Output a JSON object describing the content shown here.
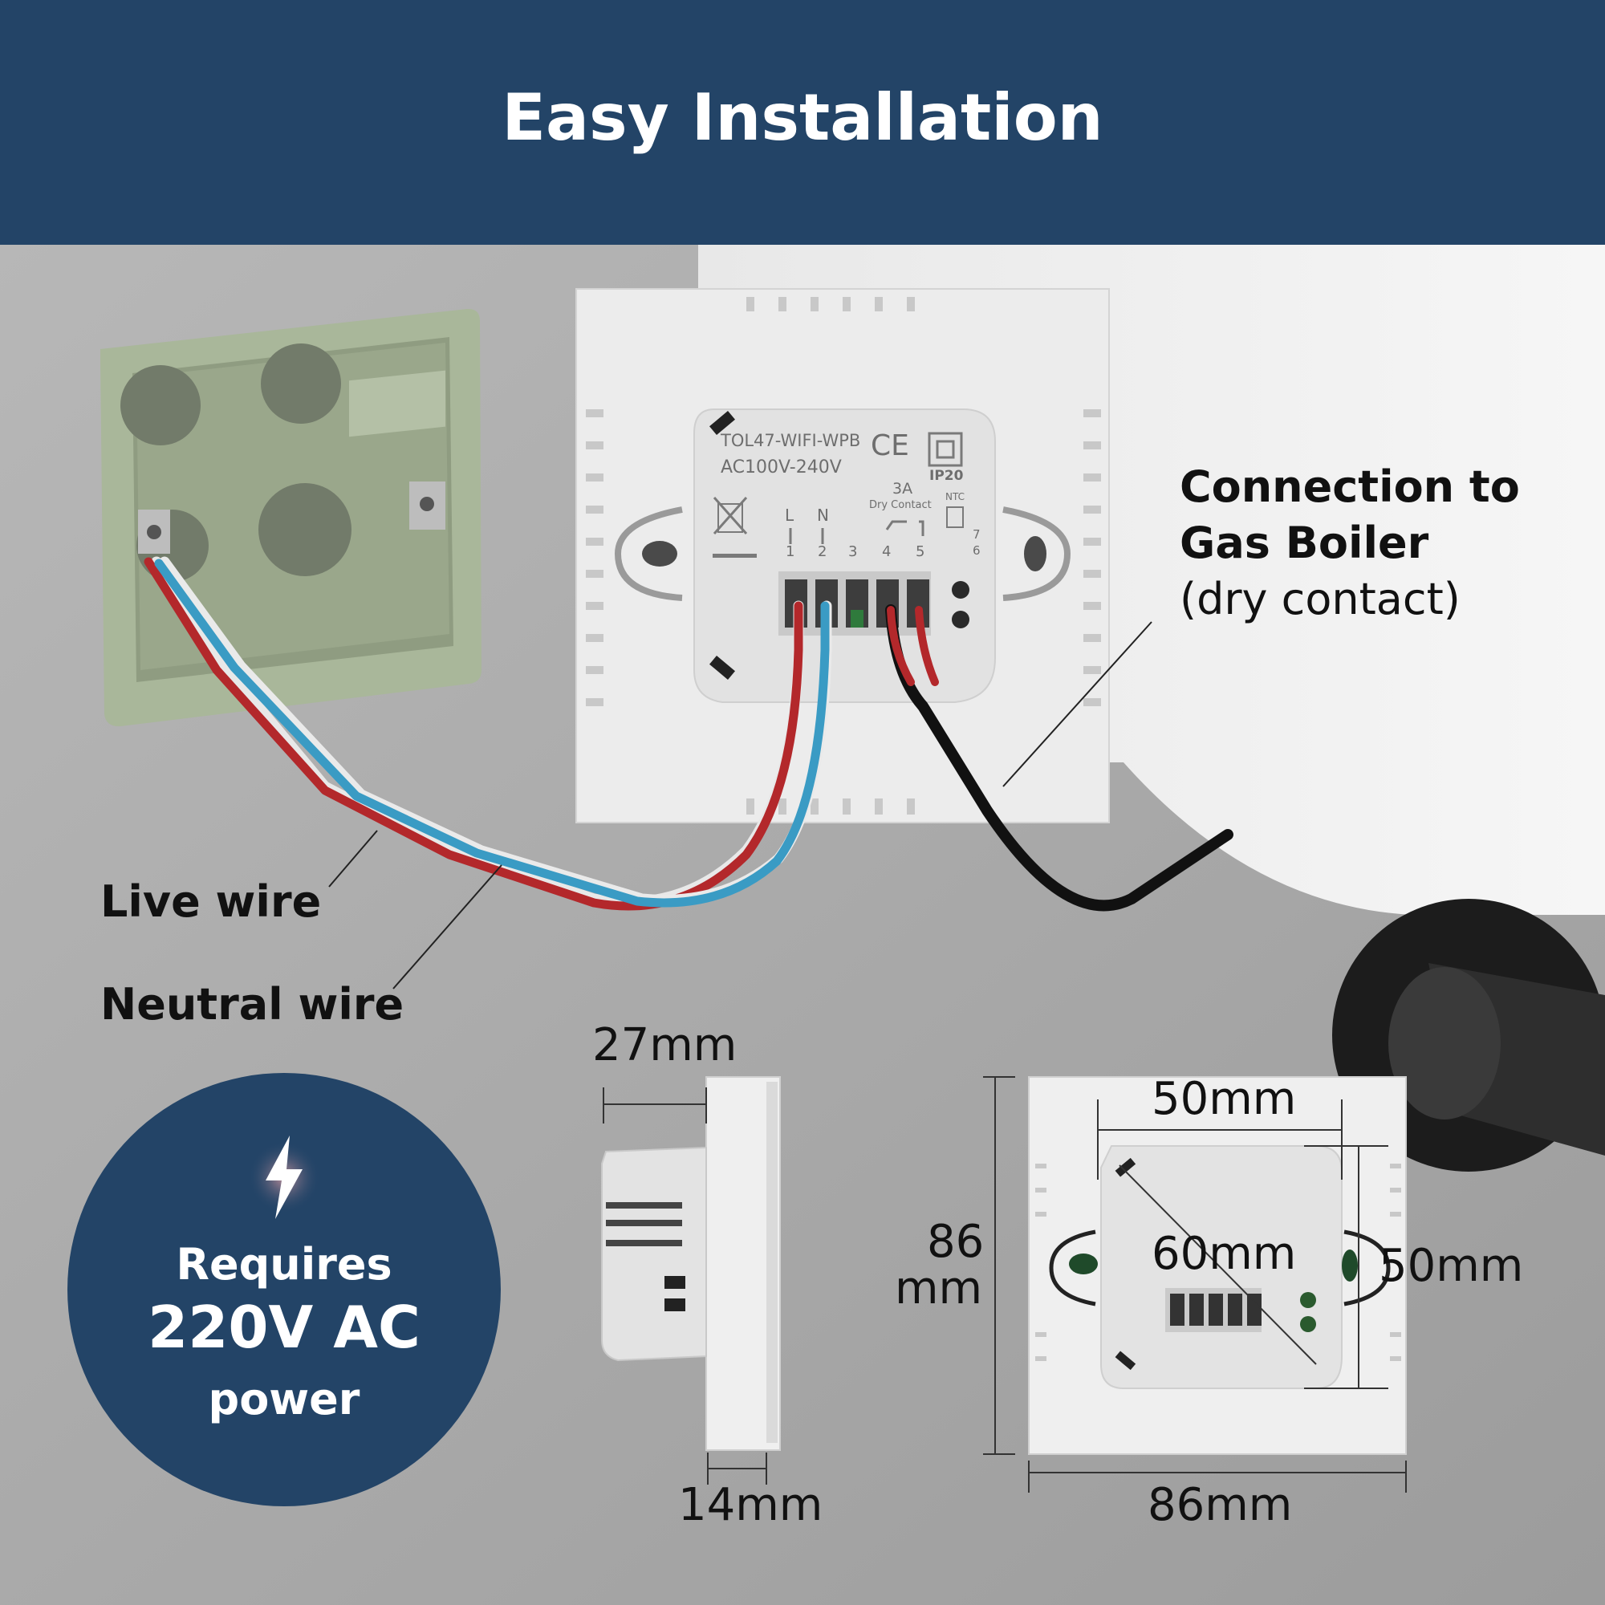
{
  "header": {
    "title": "Easy Installation"
  },
  "callouts": {
    "connection_line1": "Connection to",
    "connection_line2": "Gas Boiler",
    "connection_line3": "(dry contact)",
    "live_wire": "Live wire",
    "neutral_wire": "Neutral wire"
  },
  "badge": {
    "icon": "lightning-bolt-icon",
    "line1": "Requires",
    "line2": "220V AC",
    "line3": "power"
  },
  "module": {
    "model": "TOL47-WIFI-WPB",
    "voltage": "AC100V-240V",
    "ce_mark": "CE",
    "ip_rating": "IP20",
    "current": "3A",
    "contact_type": "Dry Contact",
    "ntc": "NTC",
    "terminal_letters": [
      "L",
      "N"
    ],
    "terminal_numbers": [
      "1",
      "2",
      "3",
      "4",
      "5"
    ],
    "ntc_numbers": [
      "7",
      "6"
    ]
  },
  "dimensions": {
    "side_depth": "27mm",
    "side_thickness": "14mm",
    "back_inner_width": "50mm",
    "back_diagonal": "60mm",
    "back_inner_height": "50mm",
    "back_height_line1": "86",
    "back_height_line2": "mm",
    "back_width": "86mm"
  },
  "colors": {
    "header_bg": "#234467",
    "badge_bg": "#234467",
    "live_wire": "#b3282b",
    "neutral_wire": "#3a9bc4",
    "boiler_wire": "#111111",
    "junction_box": "#a9b79a"
  }
}
